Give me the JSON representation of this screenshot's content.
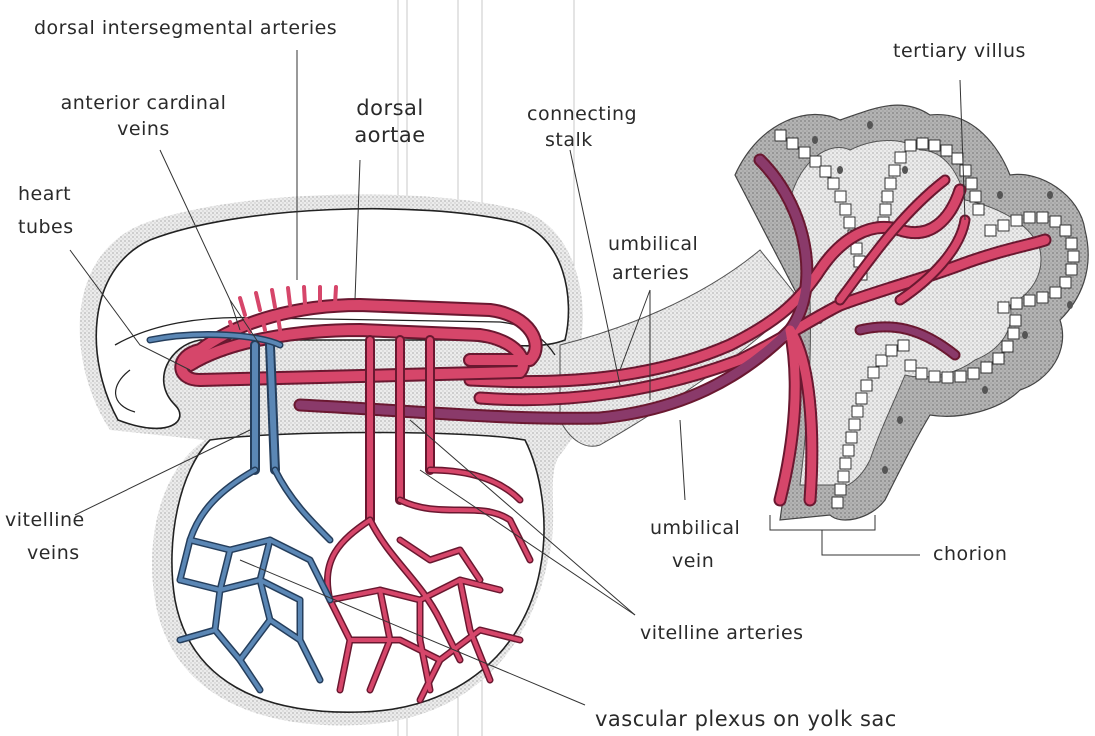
{
  "labels": {
    "dorsal_intersegmental_arteries": "dorsal intersegmental arteries",
    "anterior_cardinal_veins_1": "anterior cardinal",
    "anterior_cardinal_veins_2": "veins",
    "dorsal_aortae_1": "dorsal",
    "dorsal_aortae_2": "aortae",
    "connecting_stalk_1": "connecting",
    "connecting_stalk_2": "stalk",
    "heart_tubes_1": "heart",
    "heart_tubes_2": "tubes",
    "umbilical_arteries_1": "umbilical",
    "umbilical_arteries_2": "arteries",
    "tertiary_villus": "tertiary villus",
    "vitelline_veins_1": "vitelline",
    "vitelline_veins_2": "veins",
    "umbilical_vein_1": "umbilical",
    "umbilical_vein_2": "vein",
    "chorion": "chorion",
    "vitelline_arteries": "vitelline arteries",
    "vascular_plexus": "vascular plexus on yolk sac"
  },
  "colors": {
    "artery": "#d6466a",
    "artery_outline": "#7a1a33",
    "vein": "#5b87b5",
    "vein_outline": "#253e5c",
    "mixed": "#8a3a6a",
    "stipple": "#d4d4d4",
    "chorion_dark": "#9a9a9a",
    "outline": "#222222"
  }
}
